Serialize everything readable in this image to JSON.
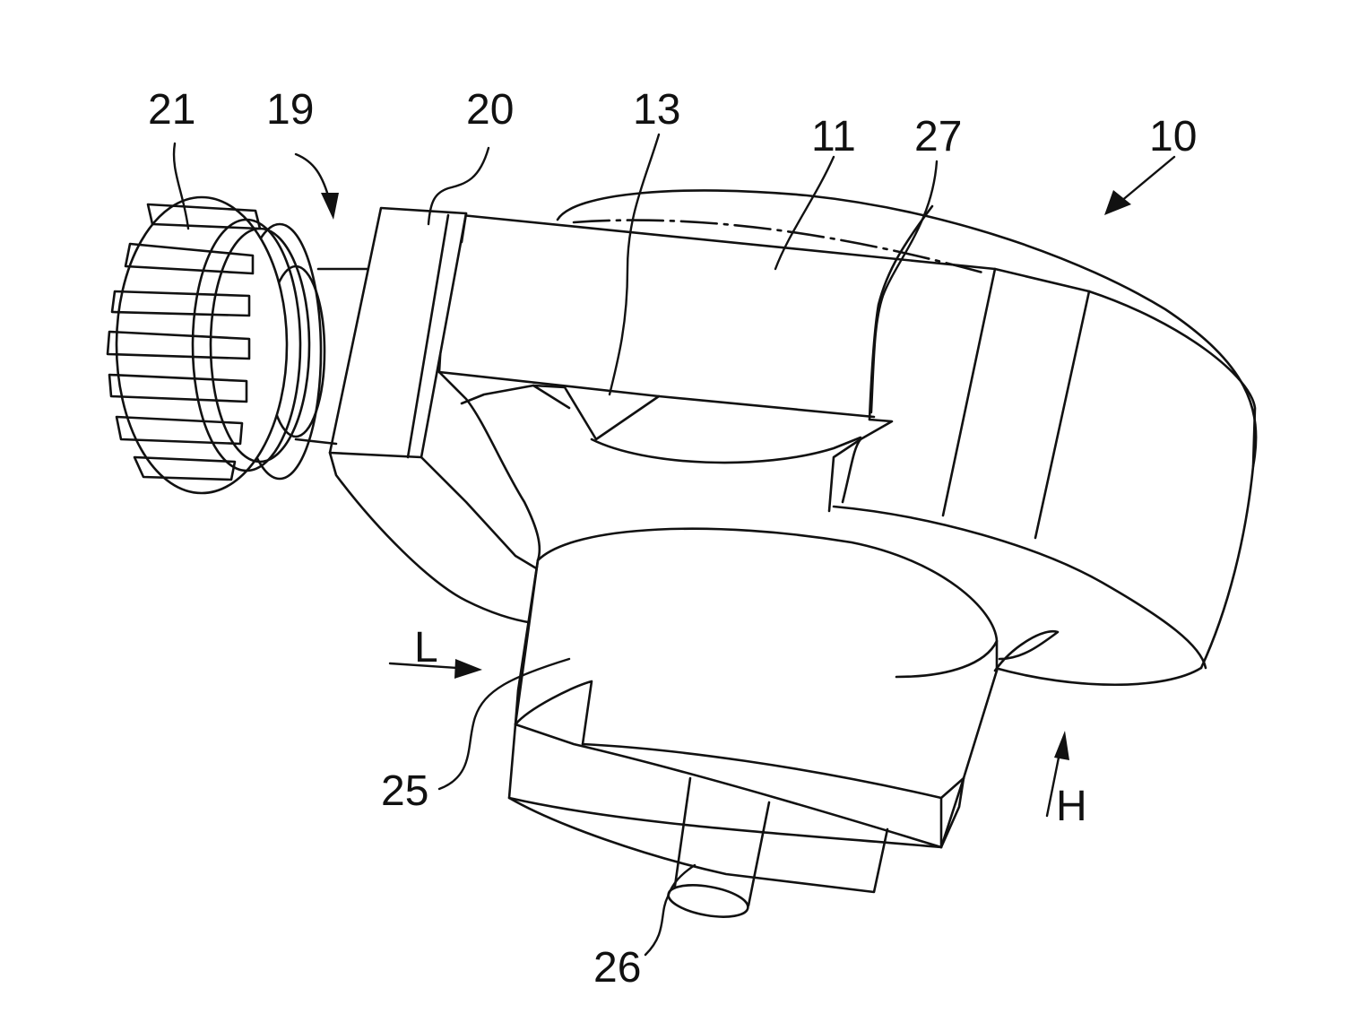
{
  "figure": {
    "reference_labels": [
      {
        "id": "ref-10",
        "text": "10"
      },
      {
        "id": "ref-11",
        "text": "11"
      },
      {
        "id": "ref-13",
        "text": "13"
      },
      {
        "id": "ref-19",
        "text": "19"
      },
      {
        "id": "ref-20",
        "text": "20"
      },
      {
        "id": "ref-21",
        "text": "21"
      },
      {
        "id": "ref-25",
        "text": "25"
      },
      {
        "id": "ref-26",
        "text": "26"
      },
      {
        "id": "ref-27",
        "text": "27"
      }
    ],
    "direction_labels": [
      {
        "id": "dir-L",
        "text": "L"
      },
      {
        "id": "dir-H",
        "text": "H"
      }
    ]
  }
}
